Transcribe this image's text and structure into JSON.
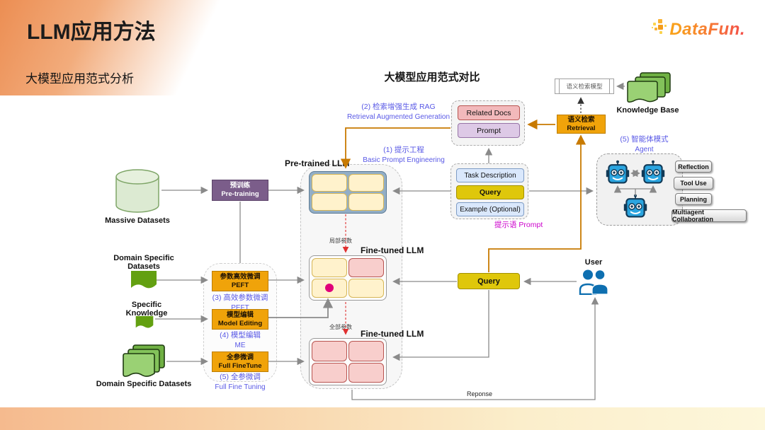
{
  "slide": {
    "title": "LLM应用方法",
    "subtitle": "大模型应用范式分析",
    "logo_text": "DataFun.",
    "diagram_title": "大模型应用范式对比",
    "response_label": "Reponse"
  },
  "annotations": {
    "rag_cn": "(2) 检索增强生成 RAG",
    "rag_en": "Retrieval Augmented Generation",
    "pe_cn": "(1) 提示工程",
    "pe_en": "Basic Prompt Engineering",
    "peft_cn": "(3) 高效参数微调",
    "peft_en": "PEFT",
    "me_cn": "(4) 模型编辑",
    "me_en": "ME",
    "fft_cn": "(5) 全参微调",
    "fft_en": "Full Fine Tuning",
    "agent_cn": "(5) 智能体模式",
    "agent_en": "Agent",
    "prompt_hint": "提示语  Prompt",
    "partial_params": "局部参数",
    "all_params": "全部参数"
  },
  "process_boxes": {
    "pretrain_cn": "预训练",
    "pretrain_en": "Pre-training",
    "peft_cn": "参数高效微调",
    "peft_en": "PEFT",
    "me_cn": "模型编辑",
    "me_en": "Model Editing",
    "fft_cn": "全参微调",
    "fft_en": "Full FineTune",
    "retrieval_cn": "语义检索",
    "retrieval_en": "Retrieval",
    "semantic_model": "语义检索模型"
  },
  "prompt_stack": {
    "related_docs": "Related Docs",
    "prompt": "Prompt",
    "task_description": "Task Description",
    "query": "Query",
    "example": "Example (Optional)"
  },
  "query_box": "Query",
  "llm_labels": {
    "pretrained": "Pre-trained LLM",
    "finetuned_mid": "Fine-tuned LLM",
    "finetuned_bottom": "Fine-tuned LLM"
  },
  "datasets": {
    "massive": "Massive Datasets",
    "domain1": "Domain Specific Datasets",
    "specific": "Specific Knowledge",
    "domain2": "Domain Specific Datasets",
    "knowledge_base": "Knowledge Base"
  },
  "user_label": "User",
  "agent_capabilities": [
    "Reflection",
    "Tool Use",
    "Planning",
    "Multiagent Collaboration"
  ],
  "colors": {
    "accent_orange": "#F0A30A",
    "annotation_blue": "#5959E6",
    "magenta_text": "#CC00CC",
    "arrow_orange": "#C87A00",
    "arrow_gray": "#8A8A8A",
    "red_dashed": "#E03030",
    "highlight_dot": "#E0007A"
  }
}
